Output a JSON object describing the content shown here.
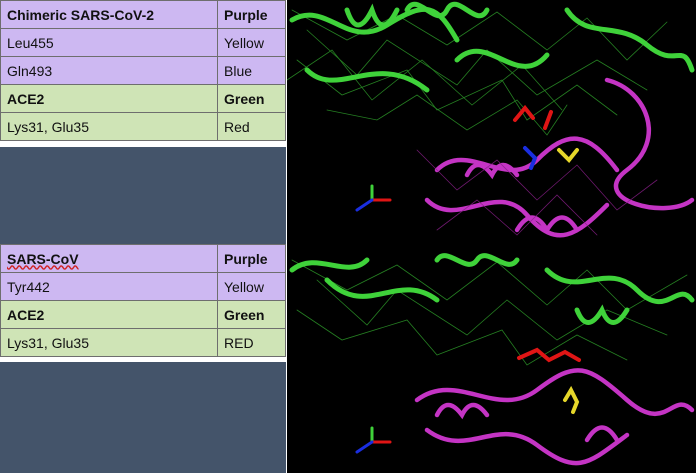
{
  "panel_top": {
    "rows": [
      {
        "name": "Chimeric SARS-CoV-2",
        "color": "Purple",
        "bold": true,
        "fill": "purple"
      },
      {
        "name": "Leu455",
        "color": "Yellow",
        "bold": false,
        "fill": "purple"
      },
      {
        "name": "Gln493",
        "color": "Blue",
        "bold": false,
        "fill": "purple"
      },
      {
        "name": "ACE2",
        "color": "Green",
        "bold": true,
        "fill": "green"
      },
      {
        "name": "Lys31, Glu35",
        "color": "Red",
        "bold": false,
        "fill": "green"
      }
    ]
  },
  "panel_bottom": {
    "rows": [
      {
        "name": "SARS-CoV",
        "color": "Purple",
        "bold": true,
        "fill": "purple"
      },
      {
        "name": "Tyr442",
        "color": "Yellow",
        "bold": false,
        "fill": "purple"
      },
      {
        "name": "ACE2",
        "color": "Green",
        "bold": true,
        "fill": "green"
      },
      {
        "name": "Lys31, Glu35",
        "color": "RED",
        "bold": false,
        "fill": "green"
      }
    ]
  },
  "colors": {
    "purple_cell": "#cdb8f2",
    "green_cell": "#cfe4b6",
    "gap": "#44546a",
    "ace2": "#3fd23a",
    "spike": "#c434c4",
    "residue_red": "#e01515",
    "residue_yellow": "#e6d72a",
    "residue_blue": "#1a2ee0"
  }
}
